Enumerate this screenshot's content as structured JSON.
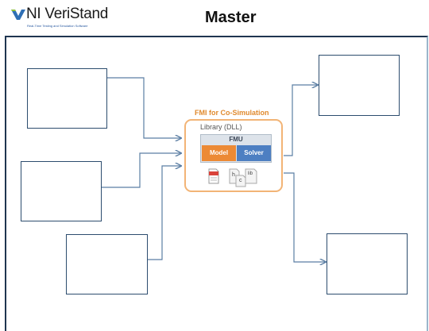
{
  "header": {
    "logo_text": "NI VeriStand",
    "logo_tagline": "Real-Time Testing and Simulation Software",
    "title": "Master"
  },
  "fmi": {
    "title": "FMI for Co-Simulation",
    "library_label": "Library (DLL)",
    "fmu_label": "FMU",
    "model_label": "Model",
    "solver_label": "Solver",
    "file_icons": [
      {
        "icon": "pdf-document-icon",
        "label": ""
      },
      {
        "icon": "header-file-icon",
        "label": "h"
      },
      {
        "icon": "c-source-file-icon",
        "label": "c"
      },
      {
        "icon": "lib-file-icon",
        "label": "lib"
      }
    ]
  },
  "colors": {
    "frame": "#1f3550",
    "wire": "#5b7ea3",
    "library_border": "#f2b476",
    "fmi_title": "#e08a2e",
    "model": "#ec8a35",
    "solver": "#4d7fc2",
    "fmu_bg": "#dde3ea"
  }
}
